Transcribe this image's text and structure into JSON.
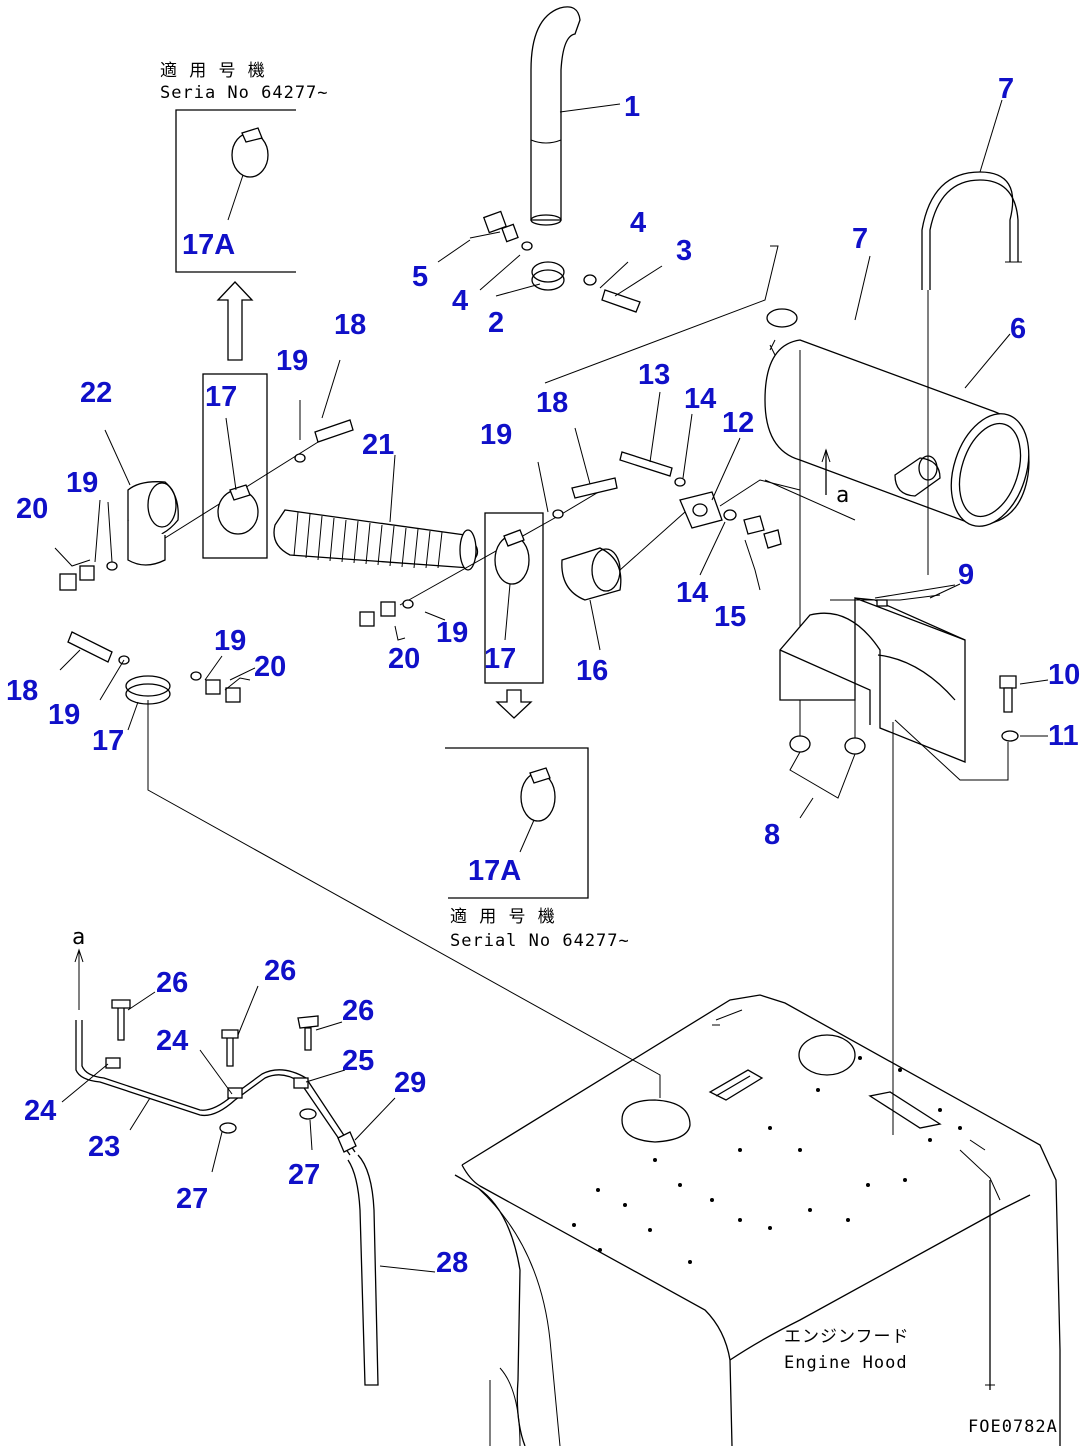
{
  "parts": {
    "p1": "1",
    "p2": "2",
    "p3": "3",
    "p4a": "4",
    "p4b": "4",
    "p5": "5",
    "p6": "6",
    "p7a": "7",
    "p7b": "7",
    "p8": "8",
    "p9": "9",
    "p10": "10",
    "p11": "11",
    "p12": "12",
    "p13": "13",
    "p14a": "14",
    "p14b": "14",
    "p15": "15",
    "p16": "16",
    "p17a": "17",
    "p17b": "17",
    "p17c": "17",
    "p17Aa": "17A",
    "p17Ab": "17A",
    "p18a": "18",
    "p18b": "18",
    "p18c": "18",
    "p19a": "19",
    "p19b": "19",
    "p19c": "19",
    "p19d": "19",
    "p19e": "19",
    "p19f": "19",
    "p20a": "20",
    "p20b": "20",
    "p20c": "20",
    "p21": "21",
    "p22": "22",
    "p23": "23",
    "p24a": "24",
    "p24b": "24",
    "p25": "25",
    "p26a": "26",
    "p26b": "26",
    "p26c": "26",
    "p27a": "27",
    "p27b": "27",
    "p28": "28",
    "p29": "29"
  },
  "notes": {
    "serial_top_jp": "適 用 号 機",
    "serial_top_en": "Seria  No 64277~",
    "serial_bottom_jp": "適 用 号 機",
    "serial_bottom_en": "Serial No 64277~",
    "hood_jp": "エンジンフード",
    "hood_en": "Engine Hood",
    "ref_a1": "a",
    "ref_a2": "a",
    "drawing_code": "FOE0782A"
  }
}
